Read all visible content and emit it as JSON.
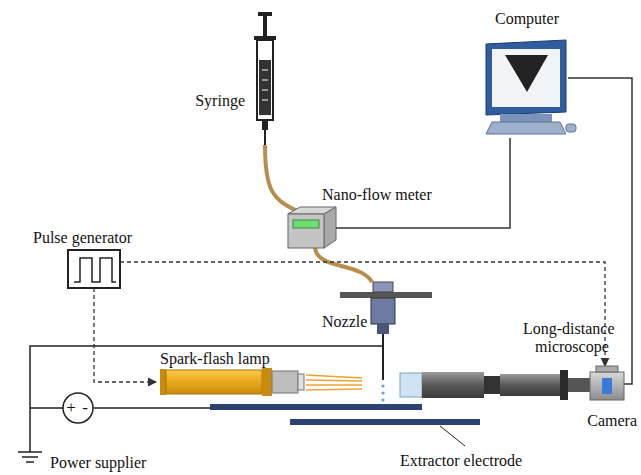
{
  "diagram": {
    "nodes": [
      {
        "text": [
          "+",
          "-"
        ]
      }
    ],
    "labels": [
      "Syringe",
      "Computer",
      "Nano-flow meter",
      "Pulse generator",
      "Nozzle",
      "Long-distance",
      "microscope",
      "Spark-flash lamp",
      "Camera",
      "Power supplier",
      "Extractor electrode"
    ]
  }
}
